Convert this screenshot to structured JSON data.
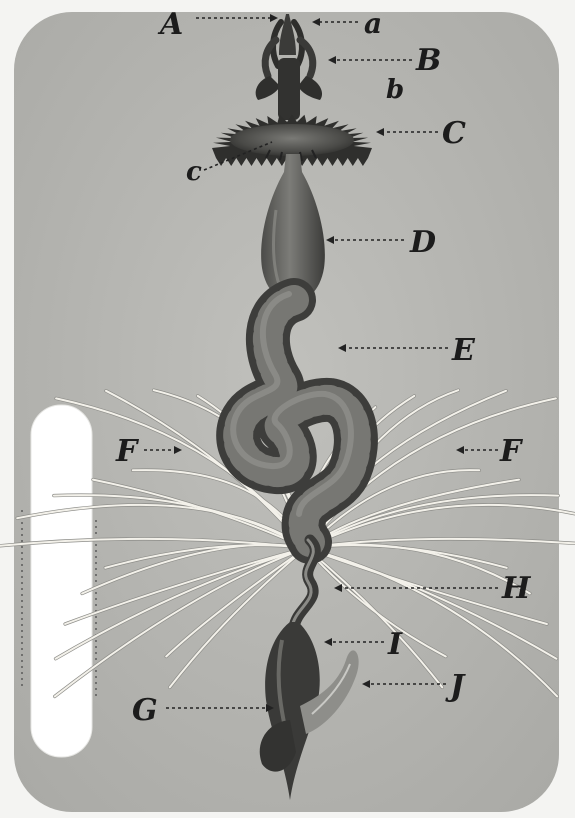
{
  "figure": {
    "labels": {
      "A": "A",
      "a": "a",
      "B": "B",
      "b": "b",
      "C": "C",
      "c": "c",
      "D": "D",
      "E": "E",
      "F_left": "F",
      "F_right": "F",
      "H": "H",
      "I": "I",
      "J": "J",
      "G": "G"
    }
  },
  "colors": {
    "card_background": "#b4b4b0",
    "page_background": "#f4f4f2",
    "organ_dark": "#3c3c3a",
    "organ_mid": "#5d5d5a",
    "label_ink": "#1c1c1c",
    "tab_slot": "#ffffff"
  }
}
